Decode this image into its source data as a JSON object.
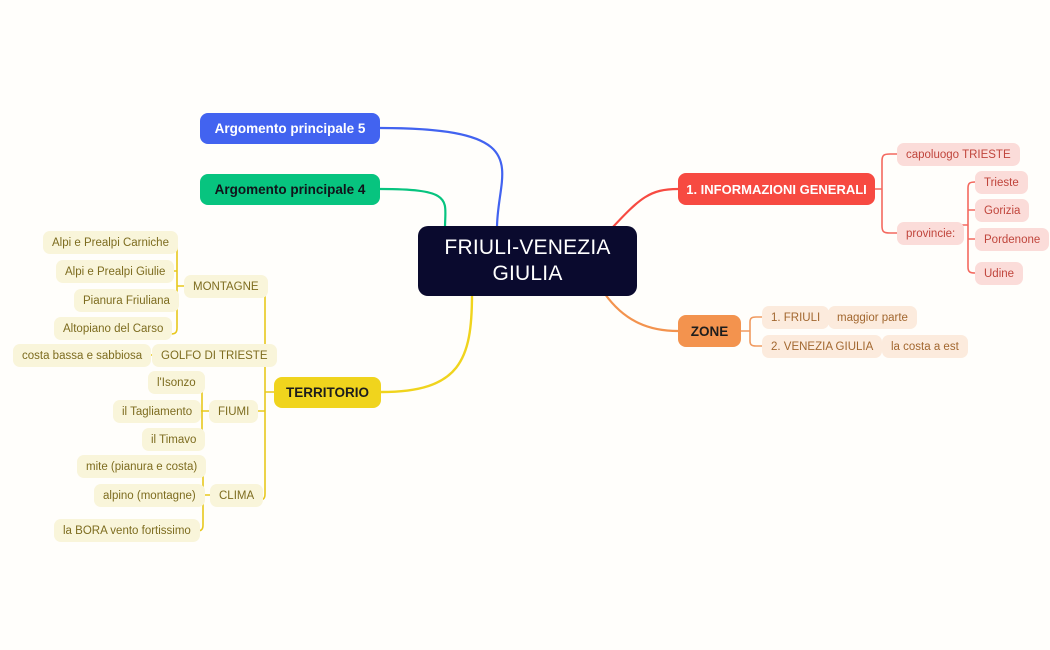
{
  "document": {
    "type": "mind-map",
    "background_color": "#fffefb"
  },
  "root": {
    "label_line1": "FRIULI-VENEZIA",
    "label_line2": "GIULIA",
    "color": "#0a0a2e",
    "text_color": "#ffffff"
  },
  "branches": [
    {
      "id": "argomento5",
      "label": "Argomento principale 5",
      "color": "#4263f0",
      "text_color": "#ffffff",
      "children": []
    },
    {
      "id": "argomento4",
      "label": "Argomento principale 4",
      "color": "#07c47f",
      "text_color": "#11131a",
      "children": []
    },
    {
      "id": "informazioni",
      "label": "1. INFORMAZIONI GENERALI",
      "color": "#f74a41",
      "text_color": "#ffffff",
      "leaf_color": "#fbdcd9",
      "leaf_text_color": "#c0453c",
      "children": [
        {
          "label": "capoluogo TRIESTE",
          "children": []
        },
        {
          "label": "provincie:",
          "children": [
            {
              "label": "Trieste"
            },
            {
              "label": "Gorizia"
            },
            {
              "label": "Pordenone"
            },
            {
              "label": "Udine"
            }
          ]
        }
      ]
    },
    {
      "id": "zone",
      "label": "ZONE",
      "color": "#f3934e",
      "text_color": "#1d1d1d",
      "leaf_color": "#fcebdd",
      "leaf_text_color": "#a2672f",
      "children": [
        {
          "label": "1. FRIULI",
          "children": [
            {
              "label": "maggior parte"
            }
          ]
        },
        {
          "label": "2. VENEZIA GIULIA",
          "children": [
            {
              "label": "la costa a est"
            }
          ]
        }
      ]
    },
    {
      "id": "territorio",
      "label": "TERRITORIO",
      "color": "#f0d41d",
      "text_color": "#1d1d1d",
      "leaf_color": "#f9f5da",
      "leaf_text_color": "#7d6c1f",
      "children": [
        {
          "label": "MONTAGNE",
          "children": [
            {
              "label": "Alpi e Prealpi Carniche"
            },
            {
              "label": "Alpi e Prealpi Giulie"
            },
            {
              "label": "Pianura Friuliana"
            },
            {
              "label": "Altopiano del Carso"
            }
          ]
        },
        {
          "label": "GOLFO DI TRIESTE",
          "children": [
            {
              "label": "costa bassa e sabbiosa"
            }
          ]
        },
        {
          "label": "FIUMI",
          "children": [
            {
              "label": "l'Isonzo"
            },
            {
              "label": "il Tagliamento"
            },
            {
              "label": "il Timavo"
            }
          ]
        },
        {
          "label": "CLIMA",
          "children": [
            {
              "label": "mite (pianura e costa)"
            },
            {
              "label": "alpino (montagne)"
            },
            {
              "label": "la BORA vento fortissimo"
            }
          ]
        }
      ]
    }
  ]
}
